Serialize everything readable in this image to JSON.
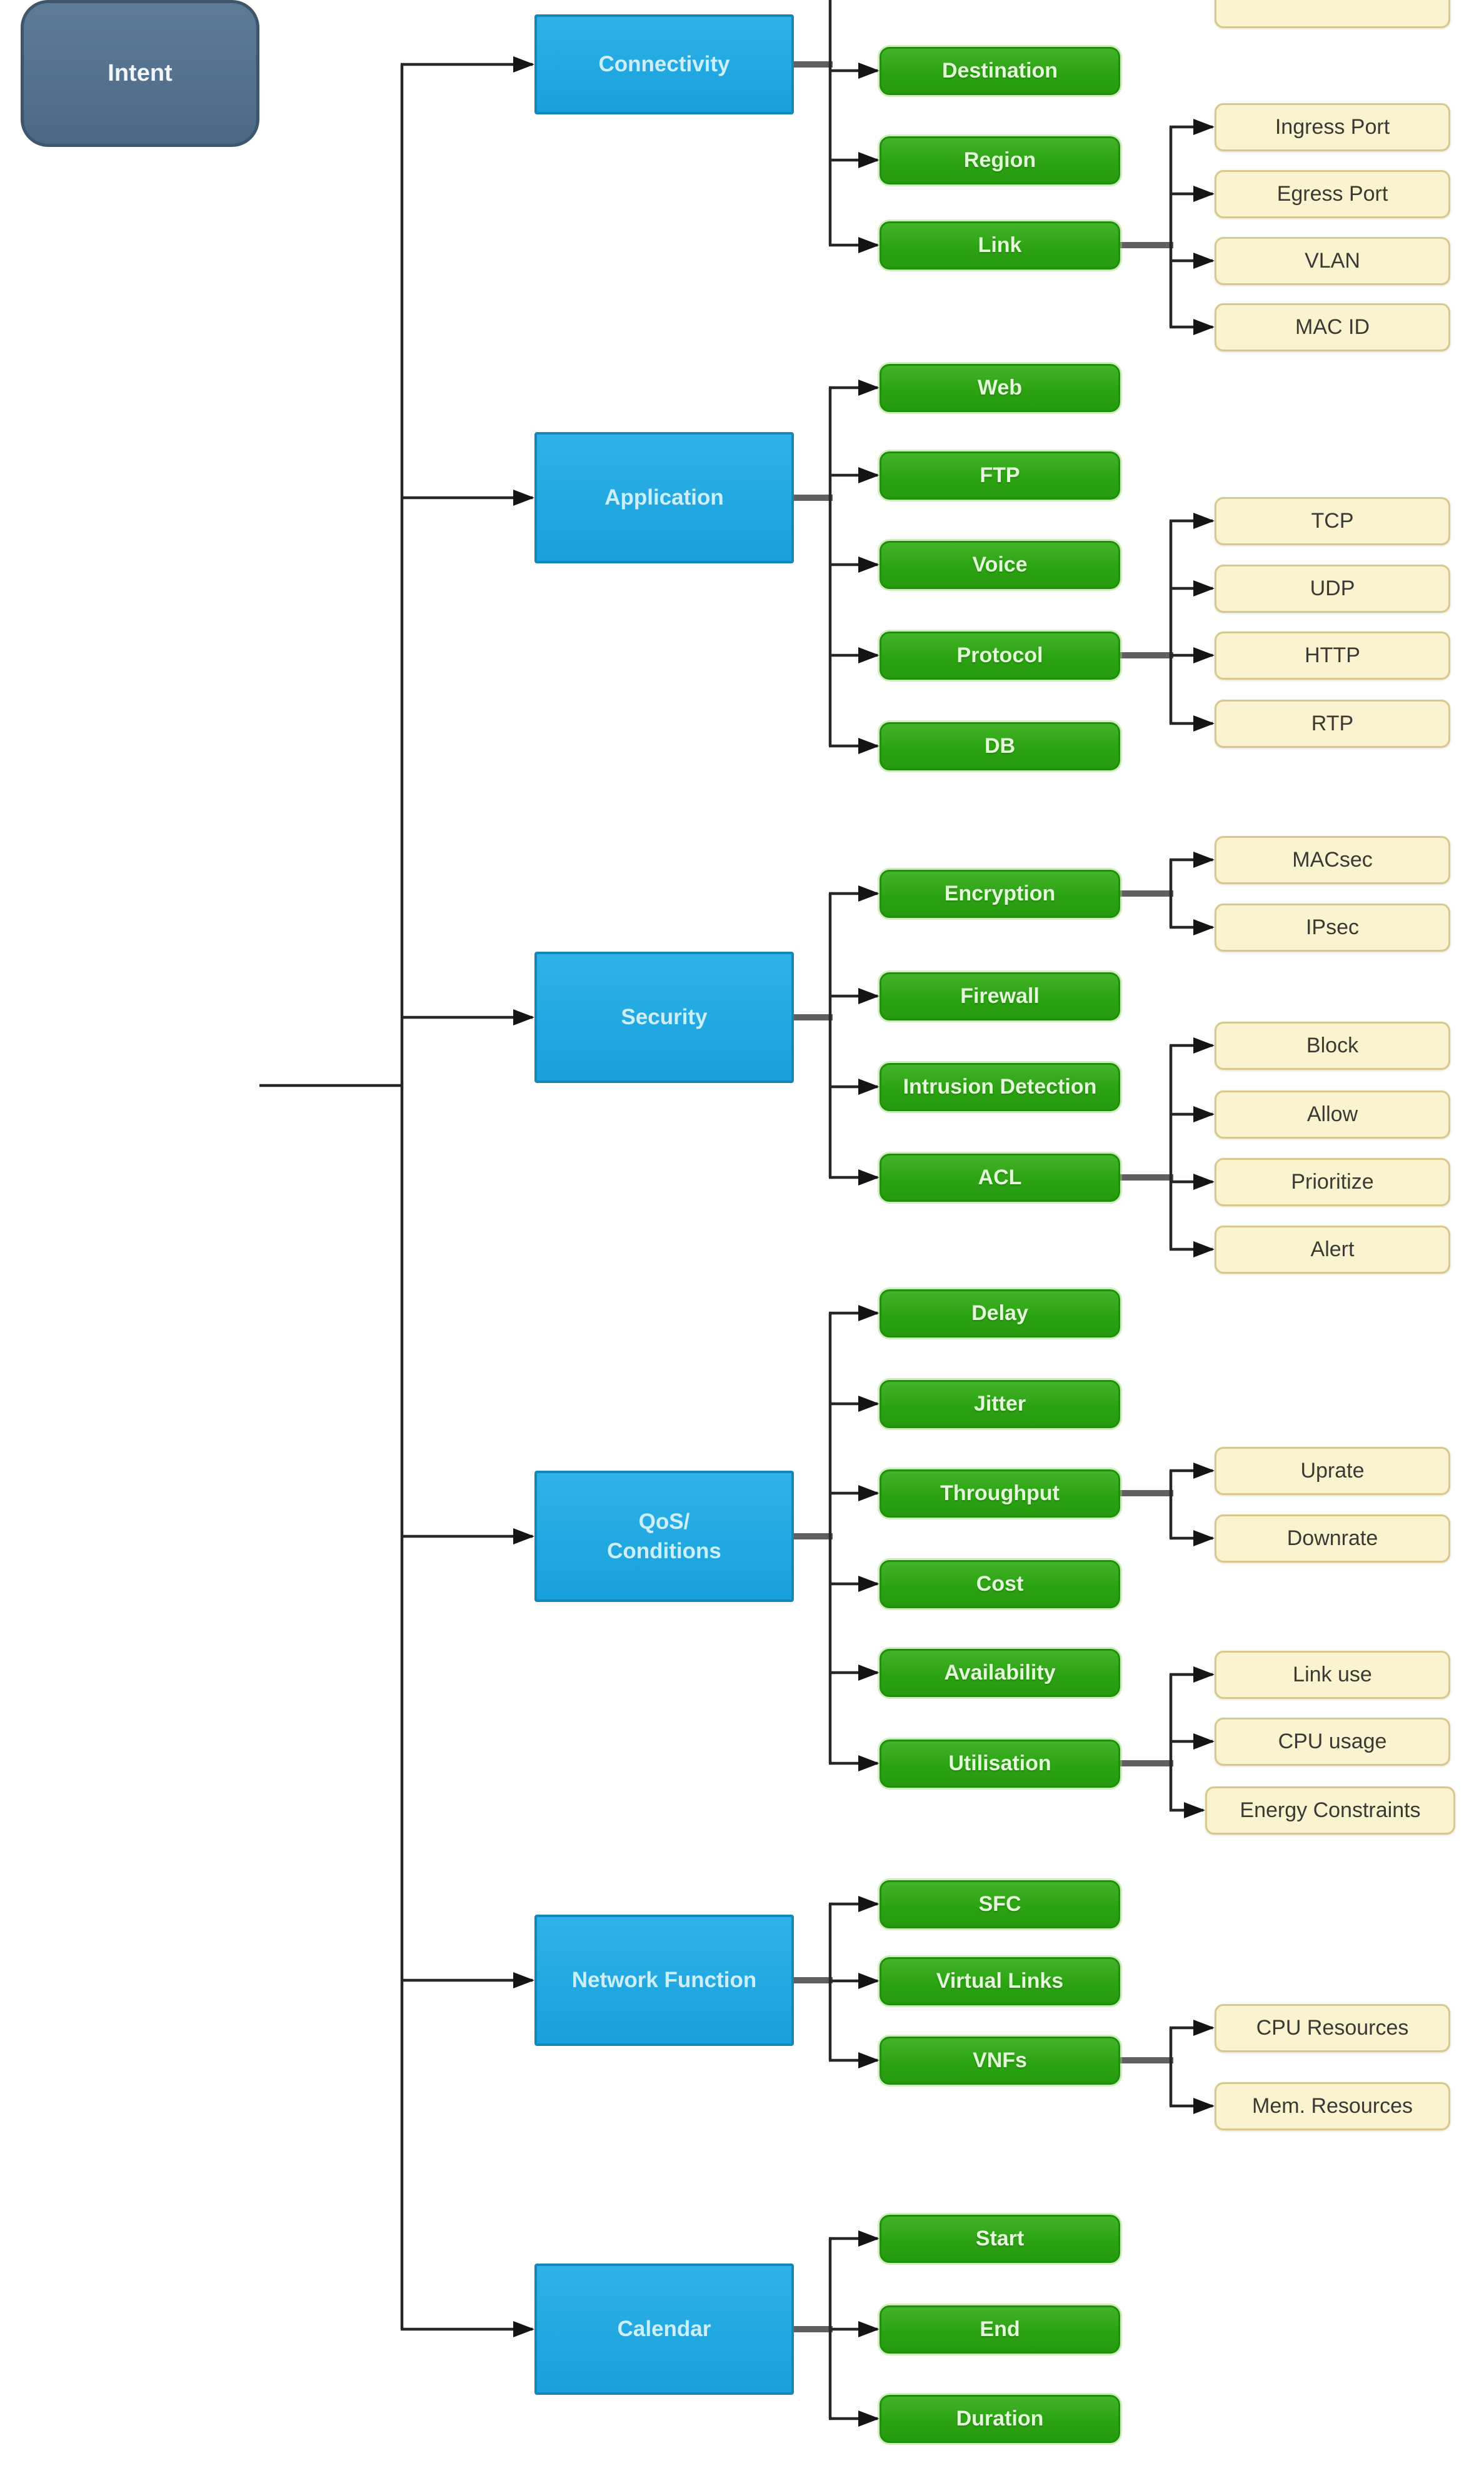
{
  "root": {
    "label": "Intent"
  },
  "cropped_top_box": {
    "label": ""
  },
  "colors": {
    "root_fill": "#54718e",
    "category_fill": "#18a0dc",
    "parameter_fill": "#2ca313",
    "value_fill": "#faf3d0",
    "value_border": "#d8c88e",
    "connector": "#262626"
  },
  "categories": [
    {
      "label": "Connectivity",
      "parameters": [
        {
          "label": "Destination",
          "values": []
        },
        {
          "label": "Region",
          "values": []
        },
        {
          "label": "Link",
          "values": [
            "Ingress Port",
            "Egress Port",
            "VLAN",
            "MAC ID"
          ]
        }
      ]
    },
    {
      "label": "Application",
      "parameters": [
        {
          "label": "Web",
          "values": []
        },
        {
          "label": "FTP",
          "values": []
        },
        {
          "label": "Voice",
          "values": []
        },
        {
          "label": "Protocol",
          "values": [
            "TCP",
            "UDP",
            "HTTP",
            "RTP"
          ]
        },
        {
          "label": "DB",
          "values": []
        }
      ]
    },
    {
      "label": "Security",
      "parameters": [
        {
          "label": "Encryption",
          "values": [
            "MACsec",
            "IPsec"
          ]
        },
        {
          "label": "Firewall",
          "values": []
        },
        {
          "label": "Intrusion Detection",
          "values": []
        },
        {
          "label": "ACL",
          "values": [
            "Block",
            "Allow",
            "Prioritize",
            "Alert"
          ]
        }
      ]
    },
    {
      "label": "QoS/\nConditions",
      "parameters": [
        {
          "label": "Delay",
          "values": []
        },
        {
          "label": "Jitter",
          "values": []
        },
        {
          "label": "Throughput",
          "values": [
            "Uprate",
            "Downrate"
          ]
        },
        {
          "label": "Cost",
          "values": []
        },
        {
          "label": "Availability",
          "values": []
        },
        {
          "label": "Utilisation",
          "values": [
            "Link use",
            "CPU usage",
            "Energy Constraints"
          ]
        }
      ]
    },
    {
      "label": "Network Function",
      "parameters": [
        {
          "label": "SFC",
          "values": []
        },
        {
          "label": "Virtual Links",
          "values": []
        },
        {
          "label": "VNFs",
          "values": [
            "CPU Resources",
            "Mem. Resources"
          ]
        }
      ]
    },
    {
      "label": "Calendar",
      "parameters": [
        {
          "label": "Start",
          "values": []
        },
        {
          "label": "End",
          "values": []
        },
        {
          "label": "Duration",
          "values": []
        }
      ]
    }
  ]
}
